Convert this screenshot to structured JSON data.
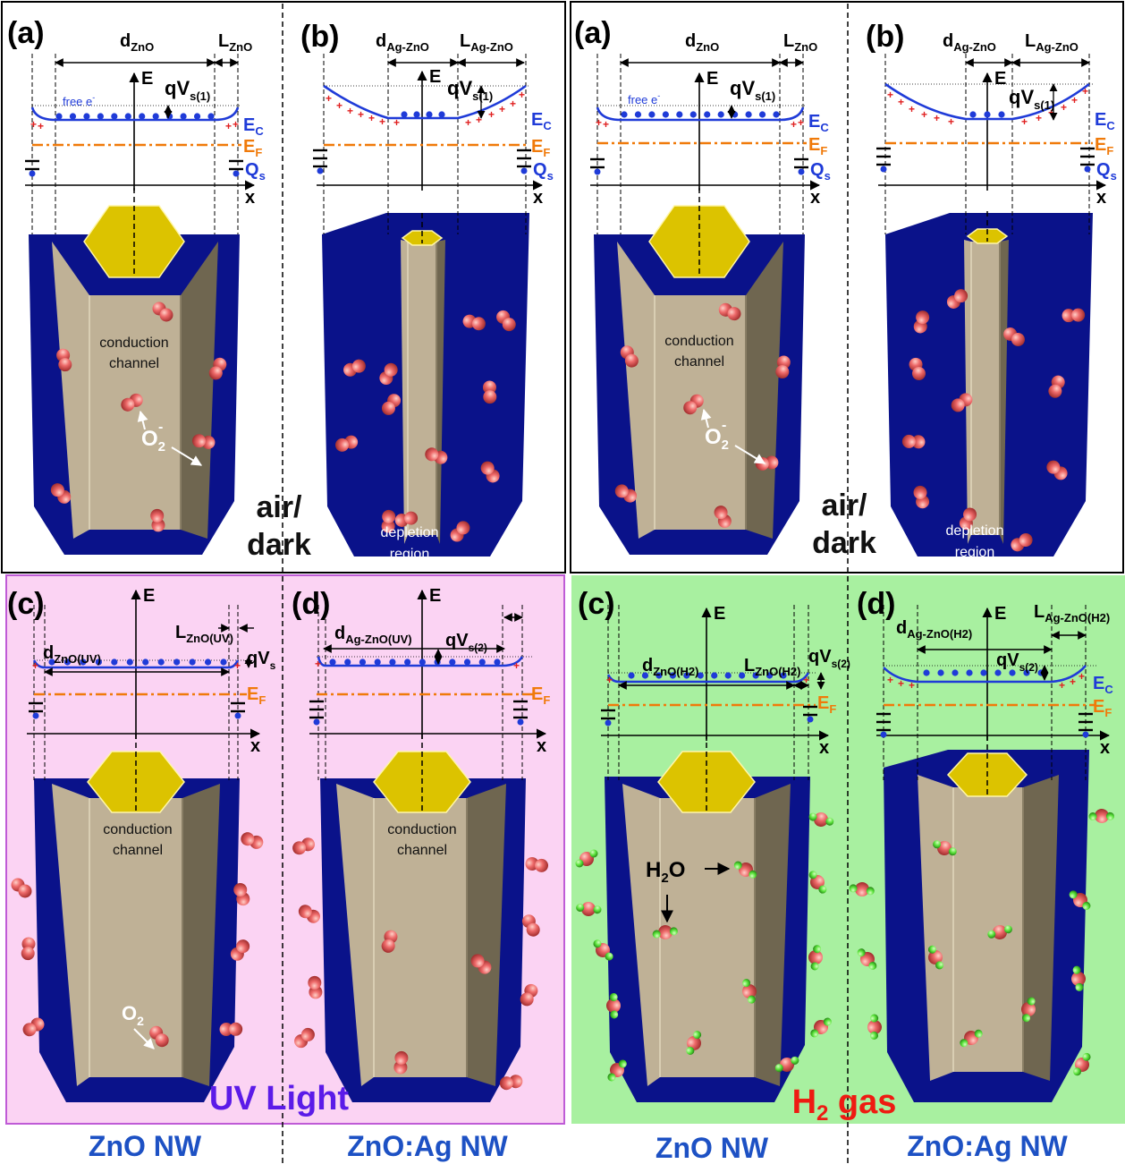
{
  "panels": {
    "a": {
      "label": "(a)",
      "dim_main": {
        "text": "d",
        "sub": "ZnO"
      },
      "dim_side": {
        "text": "L",
        "sub": "ZnO"
      },
      "qv": {
        "text": "qV",
        "sub": "s(1)"
      },
      "free_e": {
        "text": "free e",
        "sup": "-"
      },
      "channel_lines": [
        "conduction",
        "channel"
      ],
      "o2_label": {
        "text": "O",
        "sub": "2",
        "sup": "-"
      }
    },
    "b": {
      "label": "(b)",
      "dim_main": {
        "text": "d",
        "sub": "Ag-ZnO"
      },
      "dim_side": {
        "text": "L",
        "sub": "Ag-ZnO"
      },
      "qv": {
        "text": "qV",
        "sub": "s(1)"
      },
      "depletion_lines": [
        "depletion",
        "region"
      ]
    },
    "c_uv": {
      "label": "(c)",
      "dim_main": {
        "text": "d",
        "sub": "ZnO(UV)"
      },
      "dim_side": {
        "text": "L",
        "sub": "ZnO(UV)"
      },
      "qv": {
        "text": "qV",
        "sub": "s"
      },
      "channel_lines": [
        "conduction",
        "channel"
      ],
      "o2_label": {
        "text": "O",
        "sub": "2"
      }
    },
    "d_uv": {
      "label": "(d)",
      "dim_main": {
        "text": "d",
        "sub": "Ag-ZnO(UV)"
      },
      "qv": {
        "text": "qV",
        "sub": "s(2)"
      },
      "channel_lines": [
        "conduction",
        "channel"
      ]
    },
    "c_h2": {
      "label": "(c)",
      "dim_main": {
        "text": "d",
        "sub": "ZnO(H2)"
      },
      "dim_side": {
        "text": "L",
        "sub": "ZnO(H2)"
      },
      "qv": {
        "text": "qV",
        "sub": "s(2)"
      },
      "h2o_label": {
        "text": "H",
        "sub": "2",
        "tail": "O"
      }
    },
    "d_h2": {
      "label": "(d)",
      "dim_main": {
        "text": "d",
        "sub": "Ag-ZnO(H2)"
      },
      "dim_side": {
        "text": "L",
        "sub": "Ag-ZnO(H2)"
      },
      "qv": {
        "text": "qV",
        "sub": "s(2)"
      }
    }
  },
  "axis": {
    "energy": "E",
    "position": "x"
  },
  "band_labels": {
    "ec": {
      "text": "E",
      "sub": "C"
    },
    "ef": {
      "text": "E",
      "sub": "F"
    },
    "qs": {
      "text": "Q",
      "sub": "s"
    }
  },
  "conditions": {
    "air_dark": [
      "air/",
      "dark"
    ],
    "uv": "UV Light",
    "h2": {
      "text": "H",
      "sub": "2",
      "tail": " gas"
    }
  },
  "captions": {
    "zno": "ZnO NW",
    "zno_ag": "ZnO:Ag NW"
  },
  "colors": {
    "navy_shell": "#0a128a",
    "pillar_face": "#bfb196",
    "pillar_dark": "#6f6650",
    "pillar_light": "#d9ceb3",
    "hex_top": "#dcc300",
    "band_blue": "#1f3bd8",
    "fermi_orange": "#f07a0a",
    "plus_red": "#e02020",
    "uv_bg": "#fbd3f3",
    "uv_border": "#bf5bd6",
    "uv_text": "#5b1be8",
    "h2_bg": "#a8f0a0",
    "h2_text": "#ee1b12",
    "caption_blue": "#1d51c4",
    "o2_color": "#ee6a6a",
    "h_atom": "#59e23a"
  }
}
